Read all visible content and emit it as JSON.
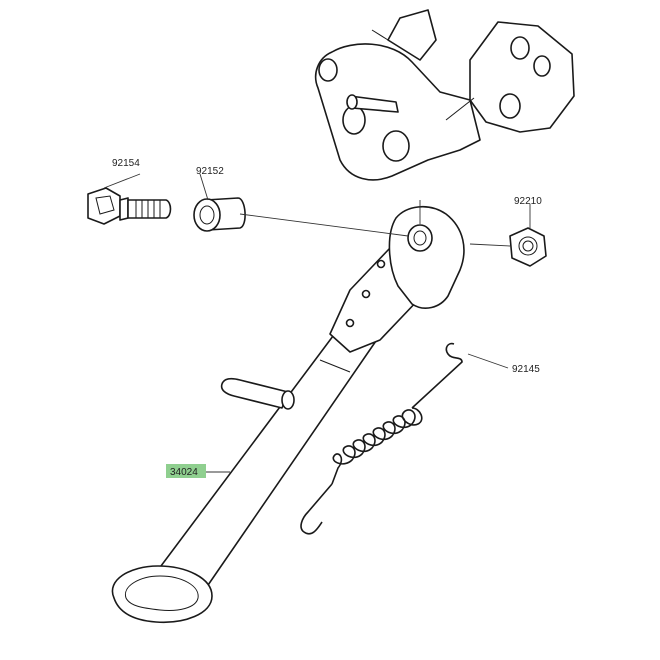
{
  "diagram": {
    "highlight_color": "#8fcf8f",
    "parts": [
      {
        "key": "bolt",
        "number": "92154",
        "highlighted": false
      },
      {
        "key": "collar",
        "number": "92152",
        "highlighted": false
      },
      {
        "key": "nut",
        "number": "92210",
        "highlighted": false
      },
      {
        "key": "spring",
        "number": "92145",
        "highlighted": false
      },
      {
        "key": "side-stand",
        "number": "34024",
        "highlighted": true
      }
    ]
  }
}
